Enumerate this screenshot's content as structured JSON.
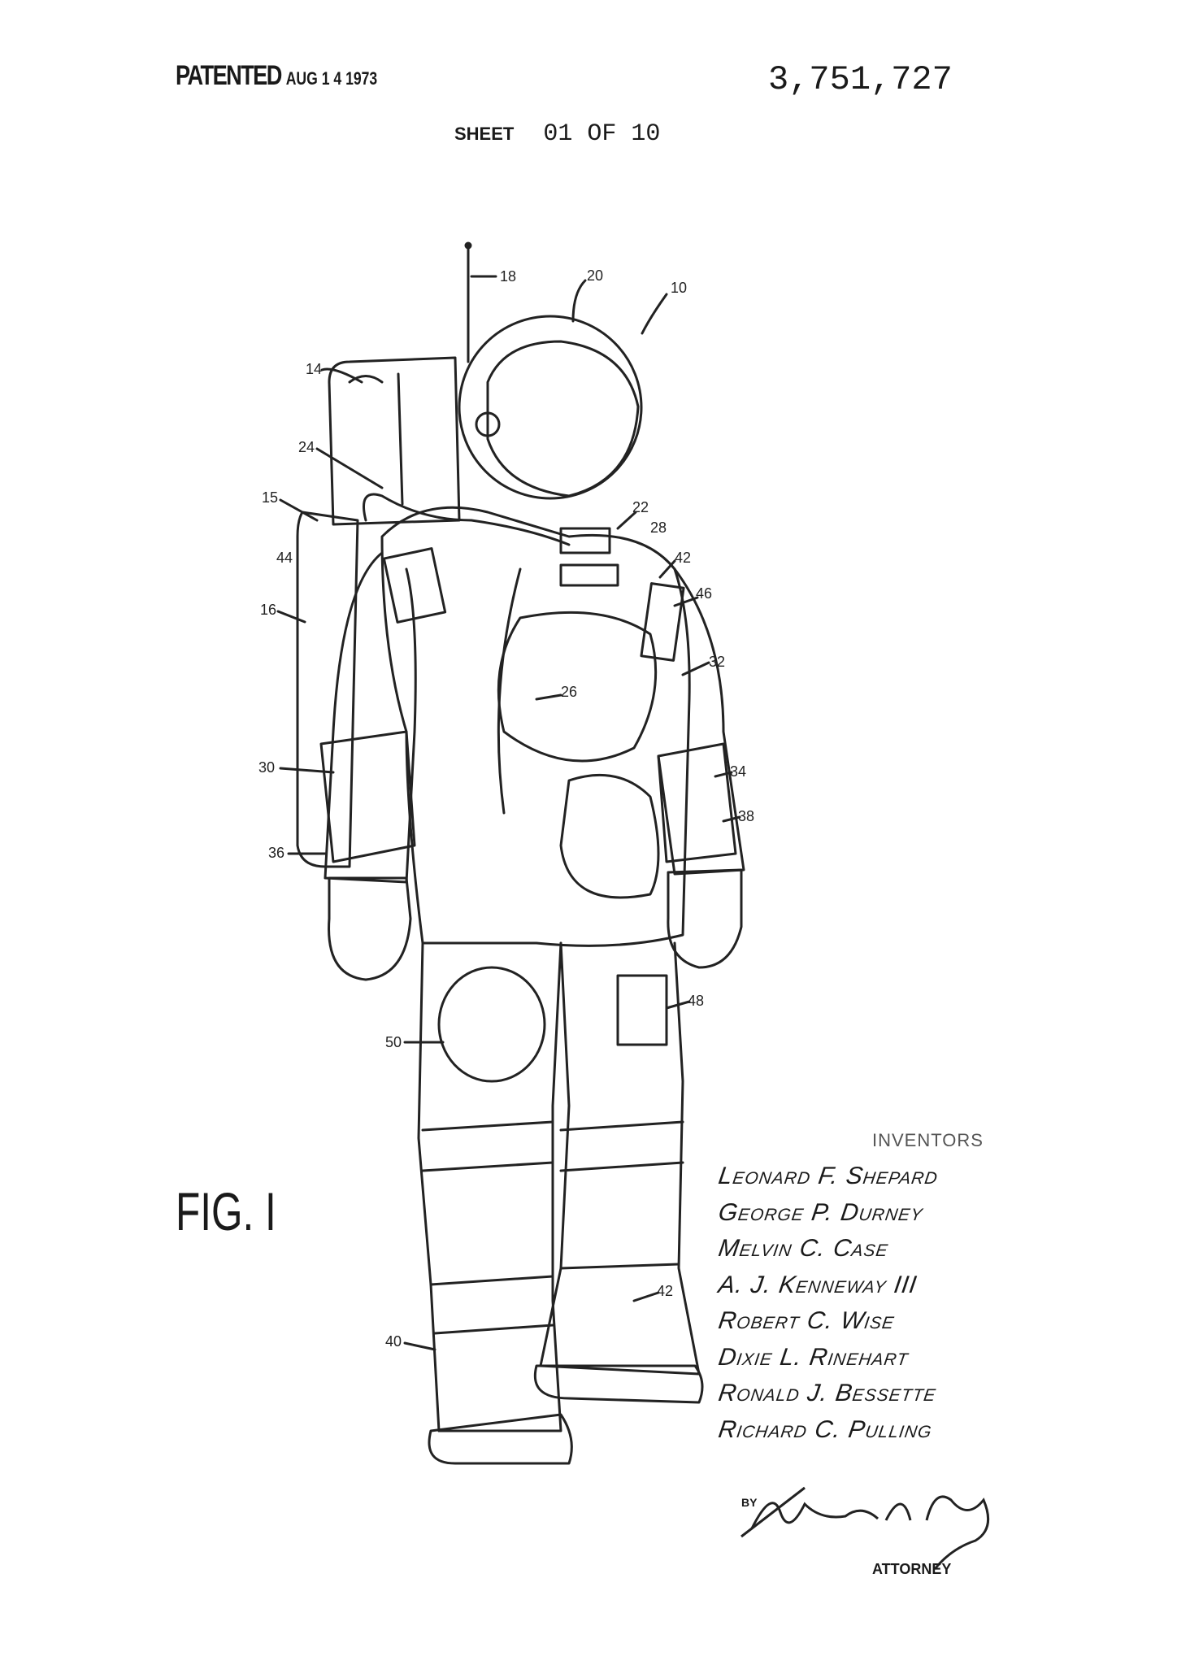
{
  "header": {
    "patented_label": "PATENTED",
    "patented_date": "AUG 1 4 1973",
    "patent_number": "3,751,727",
    "sheet_label": "SHEET",
    "sheet_number": "01 OF 10"
  },
  "figure_label": "FIG. I",
  "reference_numerals": [
    "18",
    "20",
    "10",
    "14",
    "24",
    "15",
    "22",
    "28",
    "44",
    "42",
    "46",
    "16",
    "32",
    "26",
    "30",
    "34",
    "38",
    "36",
    "48",
    "50",
    "42",
    "40"
  ],
  "inventors": {
    "heading": "INVENTORS",
    "names": [
      "Leonard F. Shepard",
      "George P. Durney",
      "Melvin C. Case",
      "A. J. Kenneway III",
      "Robert C. Wise",
      "Dixie L. Rinehart",
      "Ronald J. Bessette",
      "Richard C. Pulling"
    ]
  },
  "signature": {
    "by_label": "BY",
    "signature_text": "Michael A. Tully Jr.",
    "role": "ATTORNEY"
  }
}
